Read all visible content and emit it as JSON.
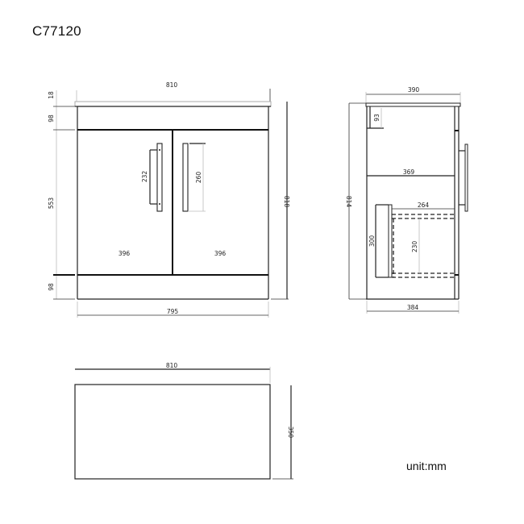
{
  "header": {
    "model_code": "C77120"
  },
  "footer": {
    "unit_label": "unit:mm"
  },
  "front_view": {
    "overall_width": "810",
    "carcass_width": "795",
    "overall_height": "818",
    "top_thickness": "18",
    "top_rail_height": "98",
    "door_height": "553",
    "plinth_height": "98",
    "left_door_width": "396",
    "right_door_width": "396",
    "left_handle_hole_spacing": "232",
    "right_handle_length": "260"
  },
  "side_view": {
    "top_depth": "390",
    "overall_height": "814",
    "top_recess": "93",
    "shelf_depth": "369",
    "inner_cutout_width": "264",
    "inner_outer_height": "300",
    "inner_inner_height": "230",
    "base_depth": "384"
  },
  "top_view": {
    "width": "810",
    "depth": "350"
  }
}
